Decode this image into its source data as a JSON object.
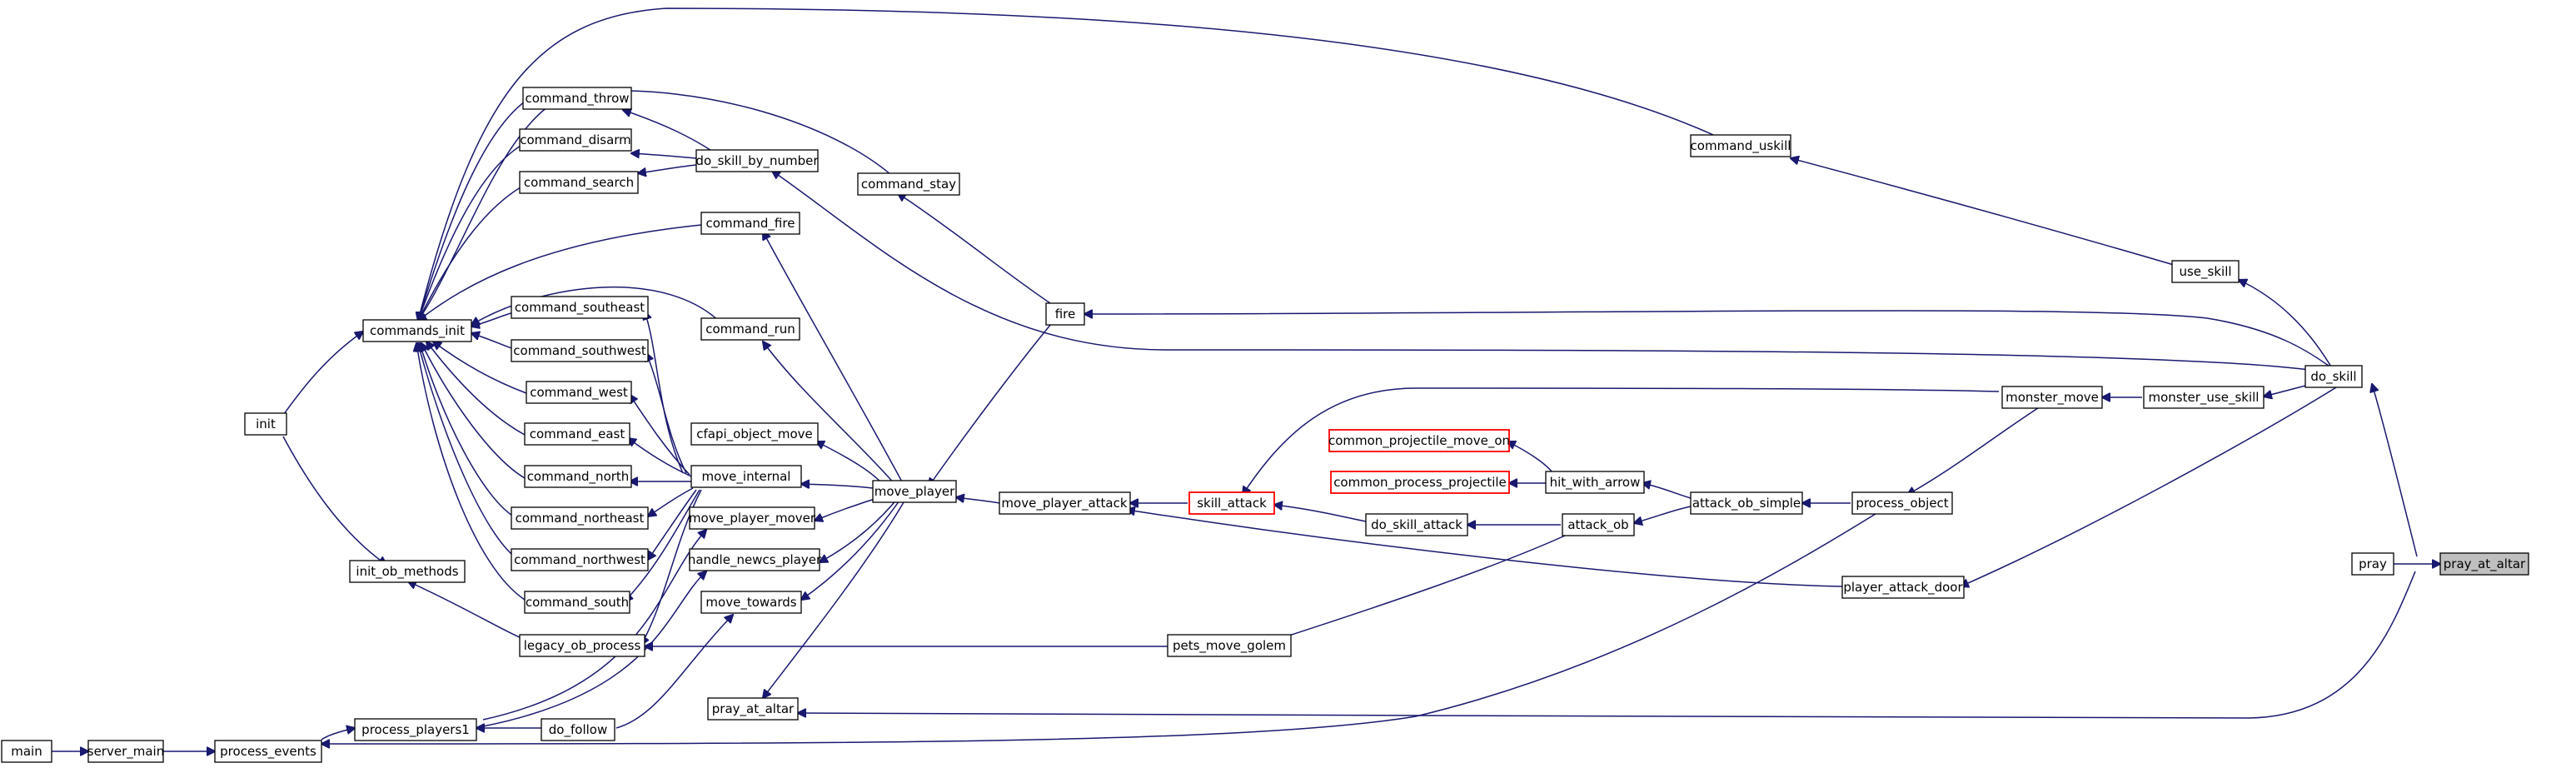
{
  "colors": {
    "edge": "#191970",
    "box_border": "#000000",
    "incomplete_border": "#ff0000",
    "root_fill": "#bfbfbf",
    "background": "#ffffff"
  },
  "nodes": {
    "pray_at_altar_root": "pray_at_altar",
    "pray": "pray",
    "do_skill": "do_skill",
    "use_skill": "use_skill",
    "command_uskill": "command_uskill",
    "monster_use_skill": "monster_use_skill",
    "monster_move": "monster_move",
    "process_object": "process_object",
    "player_attack_door": "player_attack_door",
    "attack_ob_simple": "attack_ob_simple",
    "attack_ob": "attack_ob",
    "hit_with_arrow": "hit_with_arrow",
    "common_projectile_move_on": "common_projectile_move_on",
    "common_process_projectile": "common_process_projectile",
    "do_skill_attack": "do_skill_attack",
    "skill_attack": "skill_attack",
    "move_player_attack": "move_player_attack",
    "move_player": "move_player",
    "fire": "fire",
    "command_stay": "command_stay",
    "do_skill_by_number": "do_skill_by_number",
    "command_throw": "command_throw",
    "command_disarm": "command_disarm",
    "command_search": "command_search",
    "command_fire": "command_fire",
    "command_run": "command_run",
    "cfapi_object_move": "cfapi_object_move",
    "move_internal": "move_internal",
    "move_player_mover": "move_player_mover",
    "handle_newcs_player": "handle_newcs_player",
    "move_towards": "move_towards",
    "pray_at_altar_caller": "pray_at_altar",
    "pets_move_golem": "pets_move_golem",
    "command_southeast": "command_southeast",
    "command_southwest": "command_southwest",
    "command_west": "command_west",
    "command_east": "command_east",
    "command_north": "command_north",
    "command_northeast": "command_northeast",
    "command_northwest": "command_northwest",
    "command_south": "command_south",
    "commands_init": "commands_init",
    "init": "init",
    "init_ob_methods": "init_ob_methods",
    "legacy_ob_process": "legacy_ob_process",
    "process_players1": "process_players1",
    "do_follow": "do_follow",
    "process_events": "process_events",
    "server_main": "server_main",
    "main": "main"
  }
}
